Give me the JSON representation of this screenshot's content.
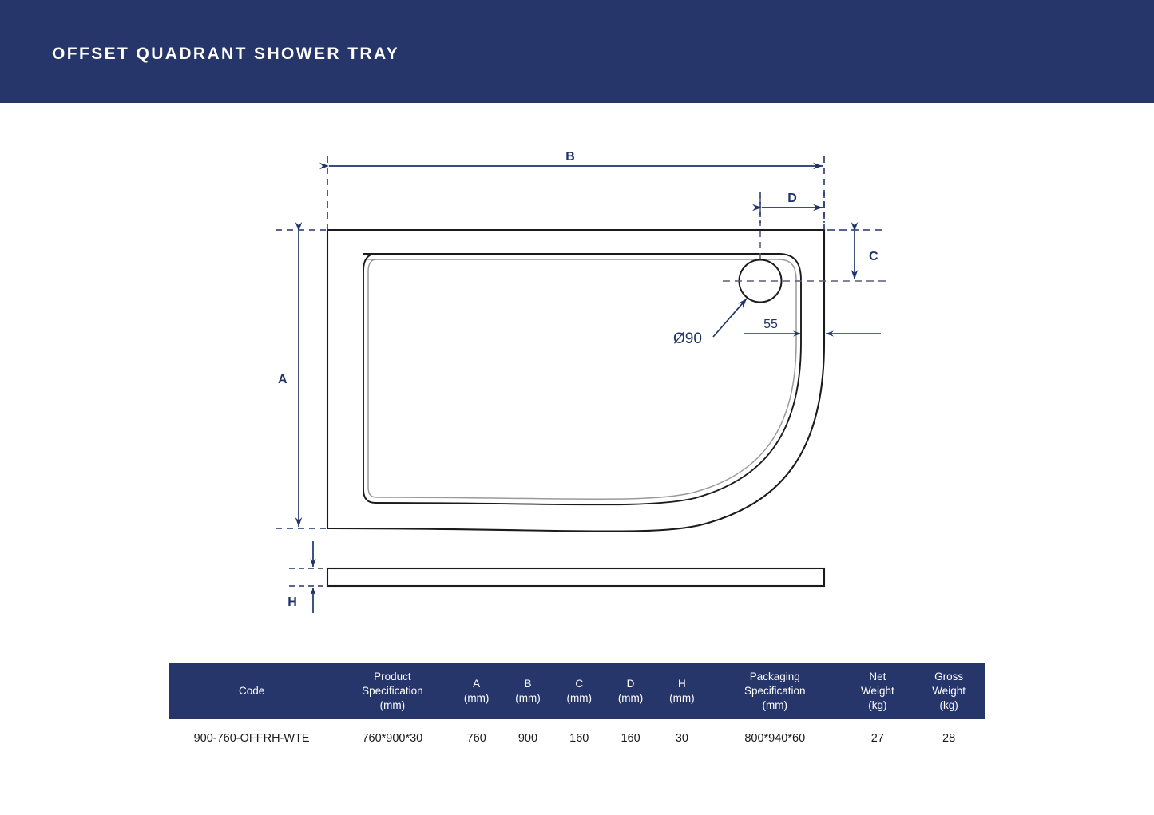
{
  "header": {
    "title": "OFFSET QUADRANT SHOWER TRAY",
    "background_color": "#26366a",
    "text_color": "#ffffff"
  },
  "drawing": {
    "line_color": "#1b1b1b",
    "dimension_color": "#1f3368",
    "labels": {
      "a": "A",
      "b": "B",
      "c": "C",
      "d": "D",
      "h": "H",
      "rim_width": "55",
      "waste_diameter": "Ø90"
    }
  },
  "table": {
    "header_background": "#26366a",
    "columns": [
      {
        "id": "code",
        "lines": [
          "Code"
        ]
      },
      {
        "id": "product_specification",
        "lines": [
          "Product",
          "Specification",
          "(mm)"
        ]
      },
      {
        "id": "a",
        "lines": [
          "A",
          "(mm)"
        ]
      },
      {
        "id": "b",
        "lines": [
          "B",
          "(mm)"
        ]
      },
      {
        "id": "c",
        "lines": [
          "C",
          "(mm)"
        ]
      },
      {
        "id": "d",
        "lines": [
          "D",
          "(mm)"
        ]
      },
      {
        "id": "h",
        "lines": [
          "H",
          "(mm)"
        ]
      },
      {
        "id": "packaging_specification",
        "lines": [
          "Packaging",
          "Specification",
          "(mm)"
        ]
      },
      {
        "id": "net_weight",
        "lines": [
          "Net",
          "Weight",
          "(kg)"
        ]
      },
      {
        "id": "gross_weight",
        "lines": [
          "Gross",
          "Weight",
          "(kg)"
        ]
      }
    ],
    "rows": [
      {
        "code": "900-760-OFFRH-WTE",
        "product_specification": "760*900*30",
        "a": "760",
        "b": "900",
        "c": "160",
        "d": "160",
        "h": "30",
        "packaging_specification": "800*940*60",
        "net_weight": "27",
        "gross_weight": "28"
      }
    ]
  }
}
